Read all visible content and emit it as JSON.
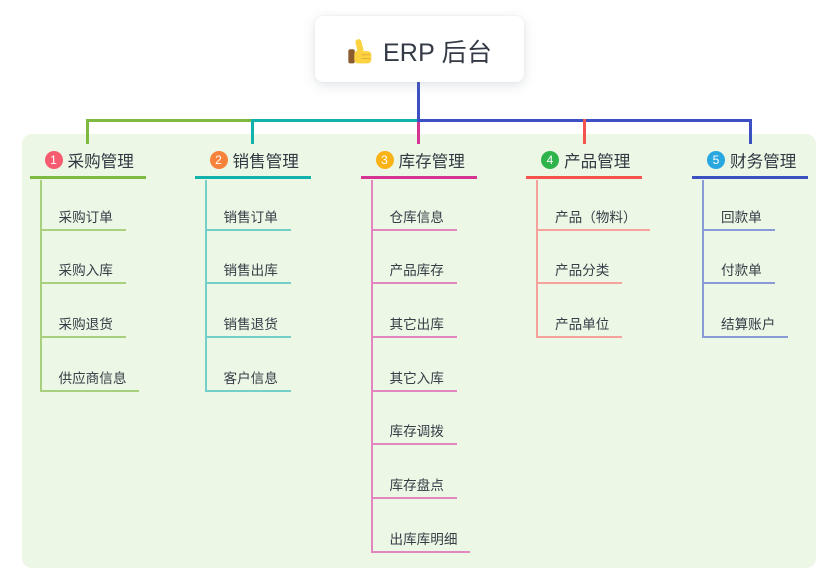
{
  "root": {
    "label": "ERP 后台",
    "icon": "thumbs-up-emoji"
  },
  "colors": {
    "page_background": "#ffffff",
    "panel_background": "#edf7e6",
    "root_card_background": "#ffffff",
    "text_dark": "#333a45"
  },
  "branches": [
    {
      "number": "1",
      "label": "采购管理",
      "badge_color": "#f75b70",
      "line_color": "#7eba41",
      "child_line_color": "#a8d07d",
      "children": [
        {
          "label": "采购订单"
        },
        {
          "label": "采购入库"
        },
        {
          "label": "采购退货"
        },
        {
          "label": "供应商信息"
        }
      ]
    },
    {
      "number": "2",
      "label": "销售管理",
      "badge_color": "#f7823b",
      "line_color": "#12b2ac",
      "child_line_color": "#74cfc8",
      "children": [
        {
          "label": "销售订单"
        },
        {
          "label": "销售出库"
        },
        {
          "label": "销售退货"
        },
        {
          "label": "客户信息"
        }
      ]
    },
    {
      "number": "3",
      "label": "库存管理",
      "badge_color": "#fab317",
      "line_color": "#d63493",
      "child_line_color": "#e186bf",
      "children": [
        {
          "label": "仓库信息"
        },
        {
          "label": "产品库存"
        },
        {
          "label": "其它出库"
        },
        {
          "label": "其它入库"
        },
        {
          "label": "库存调拨"
        },
        {
          "label": "库存盘点"
        },
        {
          "label": "出库库明细"
        }
      ]
    },
    {
      "number": "4",
      "label": "产品管理",
      "badge_color": "#2eb44b",
      "line_color": "#f4534e",
      "child_line_color": "#f7a19c",
      "children": [
        {
          "label": "产品（物料）"
        },
        {
          "label": "产品分类"
        },
        {
          "label": "产品单位"
        }
      ]
    },
    {
      "number": "5",
      "label": "财务管理",
      "badge_color": "#2aa7e0",
      "line_color": "#3c50c3",
      "child_line_color": "#8a9ad7",
      "children": [
        {
          "label": "回款单"
        },
        {
          "label": "付款单"
        },
        {
          "label": "结算账户"
        }
      ]
    }
  ]
}
